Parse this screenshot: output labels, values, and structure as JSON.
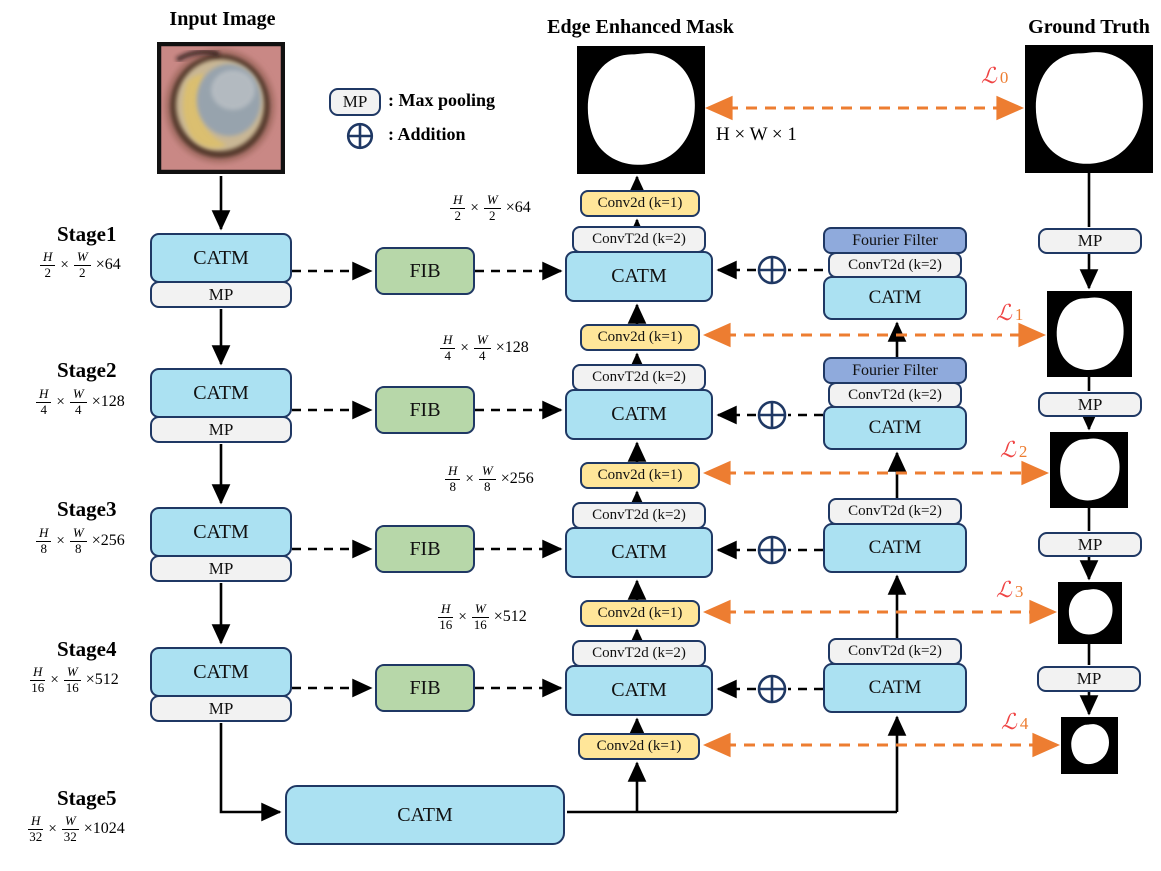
{
  "titles": {
    "input_image": "Input Image",
    "edge_mask": "Edge Enhanced Mask",
    "ground_truth": "Ground Truth",
    "mask_dims": "H × W × 1"
  },
  "legend": {
    "mp": "MP",
    "max_pooling": ": Max pooling",
    "addition": ": Addition"
  },
  "blocks": {
    "catm": "CATM",
    "mp": "MP",
    "fib": "FIB",
    "conv2d": "Conv2d (k=1)",
    "convt2d": "ConvT2d (k=2)",
    "fourier": "Fourier Filter"
  },
  "times": "×",
  "stages": [
    {
      "name": "Stage1",
      "num_h": "H",
      "num_w": "W",
      "den": "2",
      "channels": "×64"
    },
    {
      "name": "Stage2",
      "num_h": "H",
      "num_w": "W",
      "den": "4",
      "channels": "×128"
    },
    {
      "name": "Stage3",
      "num_h": "H",
      "num_w": "W",
      "den": "8",
      "channels": "×256"
    },
    {
      "name": "Stage4",
      "num_h": "H",
      "num_w": "W",
      "den": "16",
      "channels": "×512"
    },
    {
      "name": "Stage5",
      "num_h": "H",
      "num_w": "W",
      "den": "32",
      "channels": "×1024"
    }
  ],
  "decoder_dims": [
    {
      "num_h": "H",
      "num_w": "W",
      "den": "2",
      "channels": "×64"
    },
    {
      "num_h": "H",
      "num_w": "W",
      "den": "4",
      "channels": "×128"
    },
    {
      "num_h": "H",
      "num_w": "W",
      "den": "8",
      "channels": "×256"
    },
    {
      "num_h": "H",
      "num_w": "W",
      "den": "16",
      "channels": "×512"
    }
  ],
  "losses": [
    {
      "symbol": "ℒ",
      "index": "0"
    },
    {
      "symbol": "ℒ",
      "index": "1"
    },
    {
      "symbol": "ℒ",
      "index": "2"
    },
    {
      "symbol": "ℒ",
      "index": "3"
    },
    {
      "symbol": "ℒ",
      "index": "4"
    }
  ],
  "colors": {
    "border_navy": "#1F3864",
    "catm_fill": "#ABE1F2",
    "gray_fill": "#F2F2F2",
    "conv_fill": "#FFE699",
    "fib_fill": "#B7D7A9",
    "fourier_fill": "#8FAADC",
    "loss_orange": "#ED7D31",
    "loss_red": "#EF4444"
  }
}
